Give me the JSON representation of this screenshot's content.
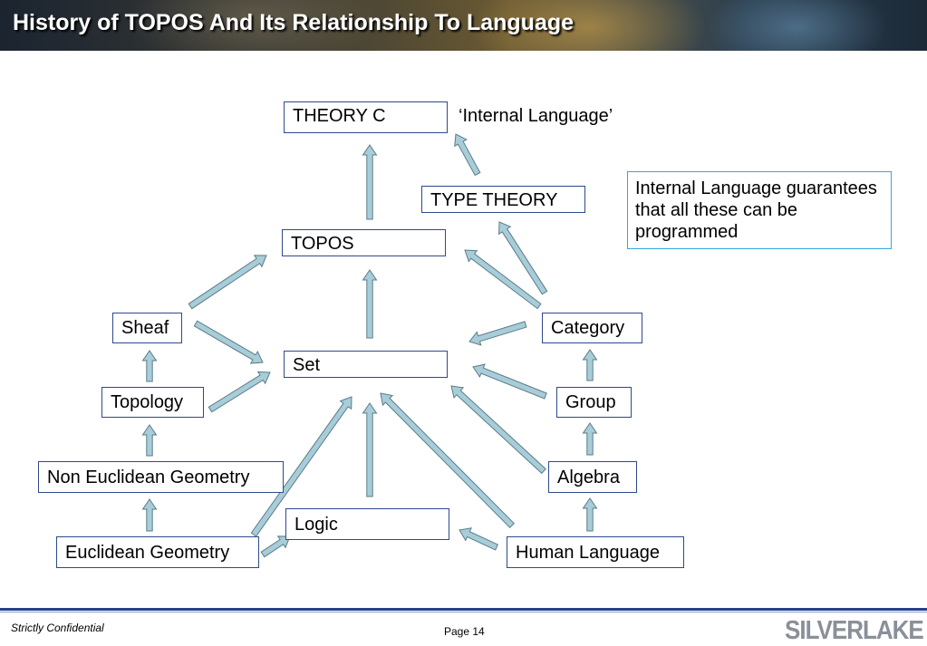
{
  "header": {
    "title": "History of TOPOS And Its Relationship To Language"
  },
  "diagram": {
    "nodes": {
      "theory_c": "THEORY C",
      "type_theory": "TYPE THEORY",
      "topos": "TOPOS",
      "set": "Set",
      "sheaf": "Sheaf",
      "topology": "Topology",
      "non_euclidean": "Non Euclidean Geometry",
      "euclidean": "Euclidean Geometry",
      "logic": "Logic",
      "category": "Category",
      "group": "Group",
      "algebra": "Algebra",
      "human_language": "Human Language"
    },
    "internal_language_label": "‘Internal Language’",
    "info_text": "Internal Language guarantees that all these can be programmed",
    "arrow_color": "#a8cdd8",
    "arrow_stroke": "#5a7d88"
  },
  "footer": {
    "confidential": "Strictly Confidential",
    "page": "Page 14",
    "logo": "SILVERLAKE"
  }
}
